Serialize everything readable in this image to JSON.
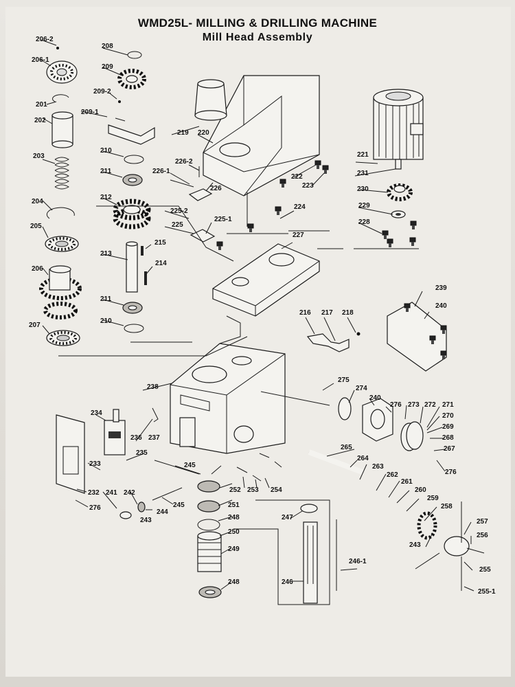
{
  "title": "WMD25L- MILLING & DRILLING MACHINE",
  "subtitle": "Mill Head Assembly",
  "part_labels": [
    "206-2",
    "206-1",
    "208",
    "209",
    "201",
    "209-2",
    "209-1",
    "202",
    "203",
    "210",
    "211",
    "212",
    "204",
    "205",
    "215",
    "213",
    "214",
    "206",
    "211",
    "210",
    "207",
    "219",
    "220",
    "226-2",
    "226-1",
    "226",
    "222",
    "223",
    "221",
    "231",
    "230",
    "229",
    "228",
    "225-2",
    "225",
    "225-1",
    "224",
    "227",
    "216",
    "217",
    "218",
    "239",
    "240",
    "238",
    "275",
    "274",
    "240",
    "276",
    "273",
    "272",
    "271",
    "270",
    "269",
    "268",
    "267",
    "276",
    "234",
    "236",
    "237",
    "235",
    "233",
    "265",
    "264",
    "263",
    "262",
    "261",
    "260",
    "259",
    "258",
    "257",
    "256",
    "243",
    "255",
    "255-1",
    "232",
    "276",
    "241",
    "242",
    "243",
    "244",
    "245",
    "245",
    "251",
    "248",
    "250",
    "249",
    "248",
    "247",
    "246",
    "246-1",
    "252",
    "253",
    "254"
  ],
  "icons": [
    "hex-bolt-icon",
    "ball-bearing-icon",
    "spur-gear-icon",
    "circlip-icon",
    "compression-spring-icon",
    "motor-icon"
  ]
}
